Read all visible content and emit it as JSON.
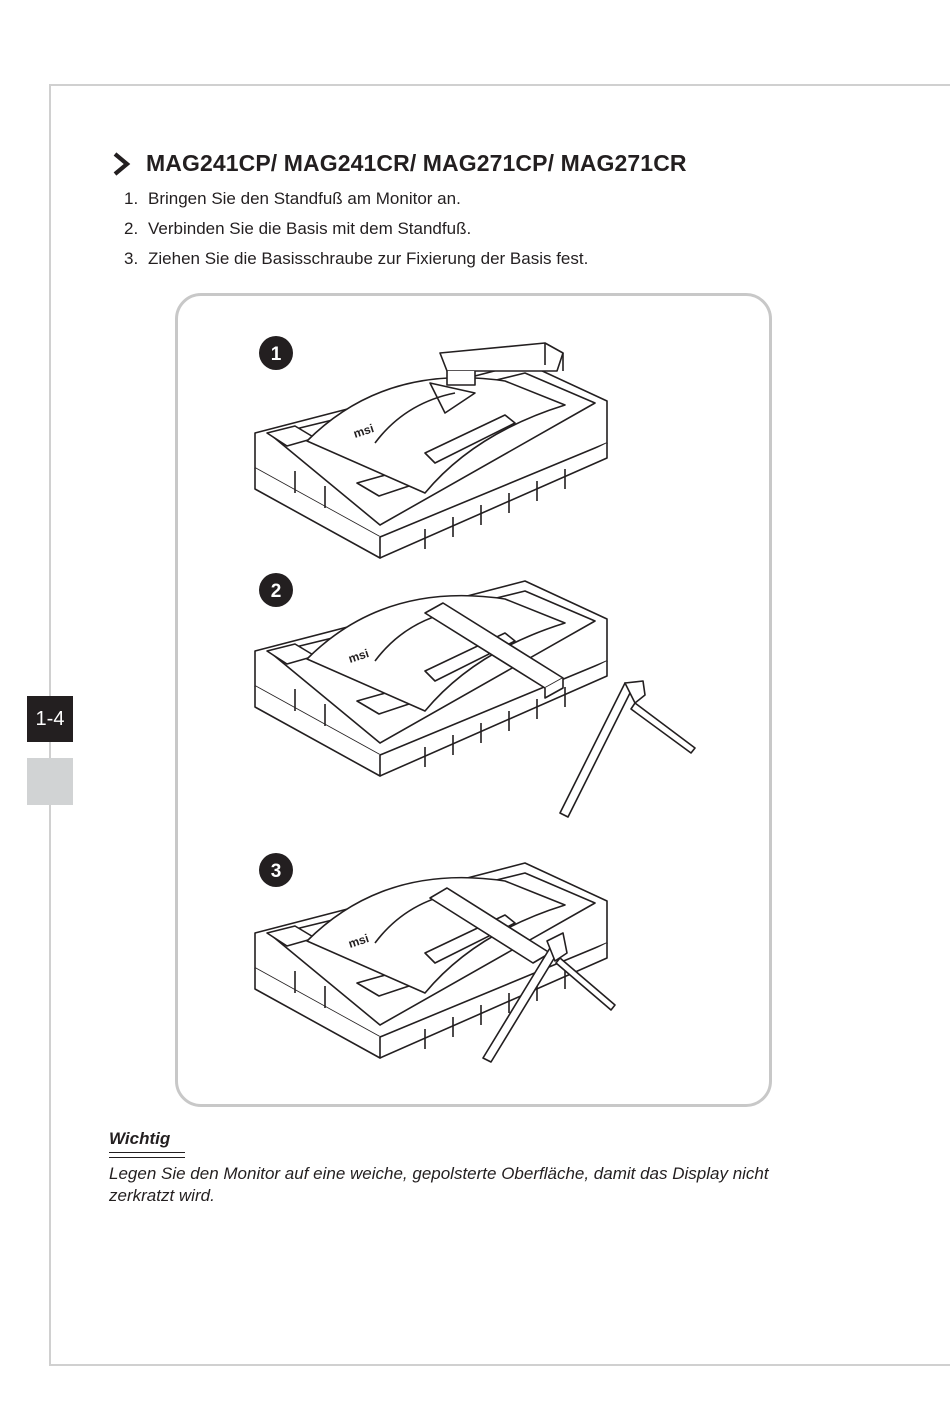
{
  "heading": {
    "title": "MAG241CP/ MAG241CR/ MAG271CP/ MAG271CR"
  },
  "steps": [
    {
      "number": "1.",
      "text": "Bringen Sie den Standfuß am Monitor an."
    },
    {
      "number": "2.",
      "text": "Verbinden Sie die Basis mit dem Standfuß."
    },
    {
      "number": "3.",
      "text": "Ziehen Sie die Basisschraube zur Fixierung der Basis fest."
    }
  ],
  "illustration": {
    "step_badges": [
      "1",
      "2",
      "3"
    ],
    "logo_text": "msi"
  },
  "note": {
    "title": "Wichtig",
    "text": "Legen Sie den Monitor auf eine weiche, gepolsterte Oberfläche, damit das Display nicht zerkratzt wird."
  },
  "page_tab": {
    "label": "1-4"
  },
  "colors": {
    "text": "#231f20",
    "frame": "#d0d0d0",
    "tab_gray": "#d1d3d4"
  },
  "icons": {
    "heading_bullet": "chevron-right-icon"
  }
}
